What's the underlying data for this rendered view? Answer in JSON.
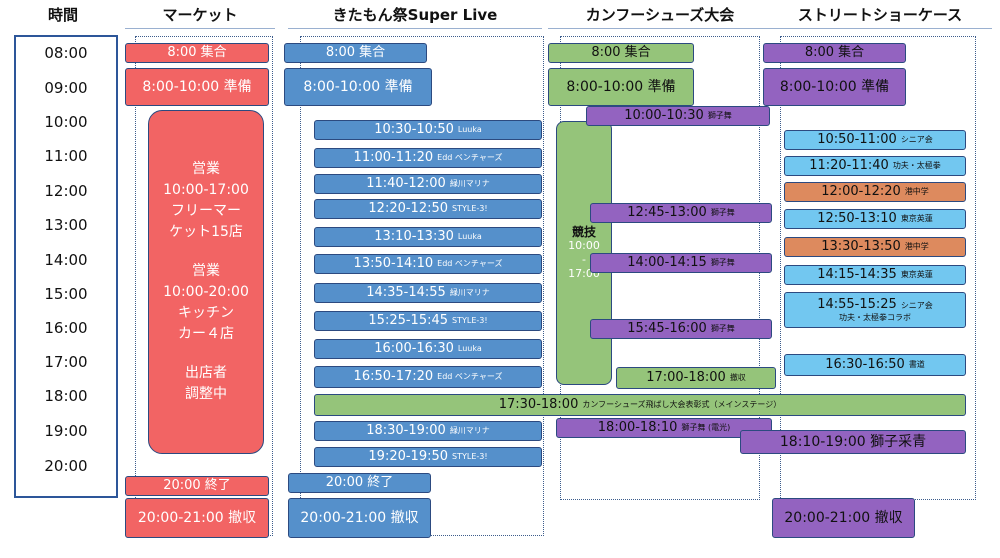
{
  "headers": {
    "time": "時間",
    "market": "マーケット",
    "live": "きたもん祭Super Live",
    "kungfu": "カンフーシューズ大会",
    "street": "ストリートショーケース"
  },
  "times": [
    "08:00",
    "09:00",
    "10:00",
    "11:00",
    "12:00",
    "13:00",
    "14:00",
    "15:00",
    "16:00",
    "17:00",
    "18:00",
    "19:00",
    "20:00"
  ],
  "market": {
    "gather": "8:00 集合",
    "prep": "8:00-10:00 準備",
    "business": [
      "営業",
      "10:00-17:00",
      "フリーマー",
      "ケット15店",
      "",
      "営業",
      "10:00-20:00",
      "キッチン",
      "カー４店",
      "",
      "出店者",
      "調整中"
    ],
    "end": "20:00 終了",
    "teardown": "20:00-21:00 撤収"
  },
  "live": {
    "gather": "8:00 集合",
    "prep": "8:00-10:00 準備",
    "slots": [
      {
        "time": "10:30-10:50",
        "act": "Luuka"
      },
      {
        "time": "11:00-11:20",
        "act": "Edd ベンチャーズ"
      },
      {
        "time": "11:40-12:00",
        "act": "緑川マリナ"
      },
      {
        "time": "12:20-12:50",
        "act": "STYLE-3!"
      },
      {
        "time": "13:10-13:30",
        "act": "Luuka"
      },
      {
        "time": "13:50-14:10",
        "act": "Edd ベンチャーズ"
      },
      {
        "time": "14:35-14:55",
        "act": "緑川マリナ"
      },
      {
        "time": "15:25-15:45",
        "act": "STYLE-3!"
      },
      {
        "time": "16:00-16:30",
        "act": "Luuka"
      },
      {
        "time": "16:50-17:20",
        "act": "Edd ベンチャーズ"
      }
    ],
    "ceremony": {
      "time": "17:30-18:00",
      "act": "カンフーシューズ飛ばし大会表彰式（メインステージ）"
    },
    "late_slots": [
      {
        "time": "18:30-19:00",
        "act": "緑川マリナ"
      },
      {
        "time": "19:20-19:50",
        "act": "STYLE-3!"
      }
    ],
    "end": "20:00 終了",
    "teardown": "20:00-21:00 撤収"
  },
  "kungfu": {
    "gather": "8:00 集合",
    "prep": "8:00-10:00 準備",
    "competition": [
      "競技",
      "10:00",
      "-",
      "17:00"
    ],
    "lion1": {
      "time": "10:00-10:30",
      "act": "獅子舞"
    },
    "lion2": {
      "time": "12:45-13:00",
      "act": "獅子舞"
    },
    "lion3": {
      "time": "14:00-14:15",
      "act": "獅子舞"
    },
    "lion4": {
      "time": "15:45-16:00",
      "act": "獅子舞"
    },
    "teardown_early": {
      "time": "17:00-18:00",
      "act": "撤収"
    },
    "lion5": {
      "time": "18:00-18:10",
      "act": "獅子舞 (電光)"
    }
  },
  "street": {
    "gather": "8:00 集合",
    "prep": "8:00-10:00 準備",
    "slots": [
      {
        "time": "10:50-11:00",
        "act": "シニア会"
      },
      {
        "time": "11:20-11:40",
        "act": "功夫・太極拳"
      },
      {
        "time": "12:00-12:20",
        "act": "港中学"
      },
      {
        "time": "12:50-13:10",
        "act": "東京英蓮"
      },
      {
        "time": "13:30-13:50",
        "act": "港中学"
      },
      {
        "time": "14:15-14:35",
        "act": "東京英蓮"
      }
    ],
    "slot_1455": {
      "time": "14:55-15:25",
      "act": "シニア会",
      "act2": "功夫・太極拳コラボ"
    },
    "slot_1630": {
      "time": "16:30-16:50",
      "act": "書道"
    },
    "lion_final": "18:10-19:00 獅子采青",
    "teardown": "20:00-21:00 撤収"
  },
  "colors": {
    "market": "#f26464",
    "live": "#5590cb",
    "kungfu": "#95c47a",
    "lion": "#9363c0",
    "street": "#72c7f0",
    "school": "#dd8a5e",
    "border": "#2d5699"
  }
}
